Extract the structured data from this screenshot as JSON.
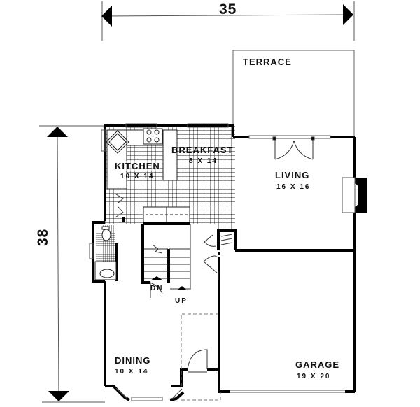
{
  "plan": {
    "overall_width": "35",
    "overall_depth": "38"
  },
  "rooms": [
    {
      "id": "terrace",
      "name": "TERRACE",
      "size": ""
    },
    {
      "id": "kitchen",
      "name": "KITCHEN",
      "size": "10 X 14"
    },
    {
      "id": "breakfast",
      "name": "BREAKFAST",
      "size": "8 X 14"
    },
    {
      "id": "living",
      "name": "LIVING",
      "size": "16 X 16"
    },
    {
      "id": "dining",
      "name": "DINING",
      "size": "10 X 14"
    },
    {
      "id": "garage",
      "name": "GARAGE",
      "size": "19 X 20"
    }
  ],
  "stairs": {
    "down": "DN",
    "up": "UP"
  },
  "colors": {
    "ink": "#111111",
    "paper": "#ffffff"
  }
}
